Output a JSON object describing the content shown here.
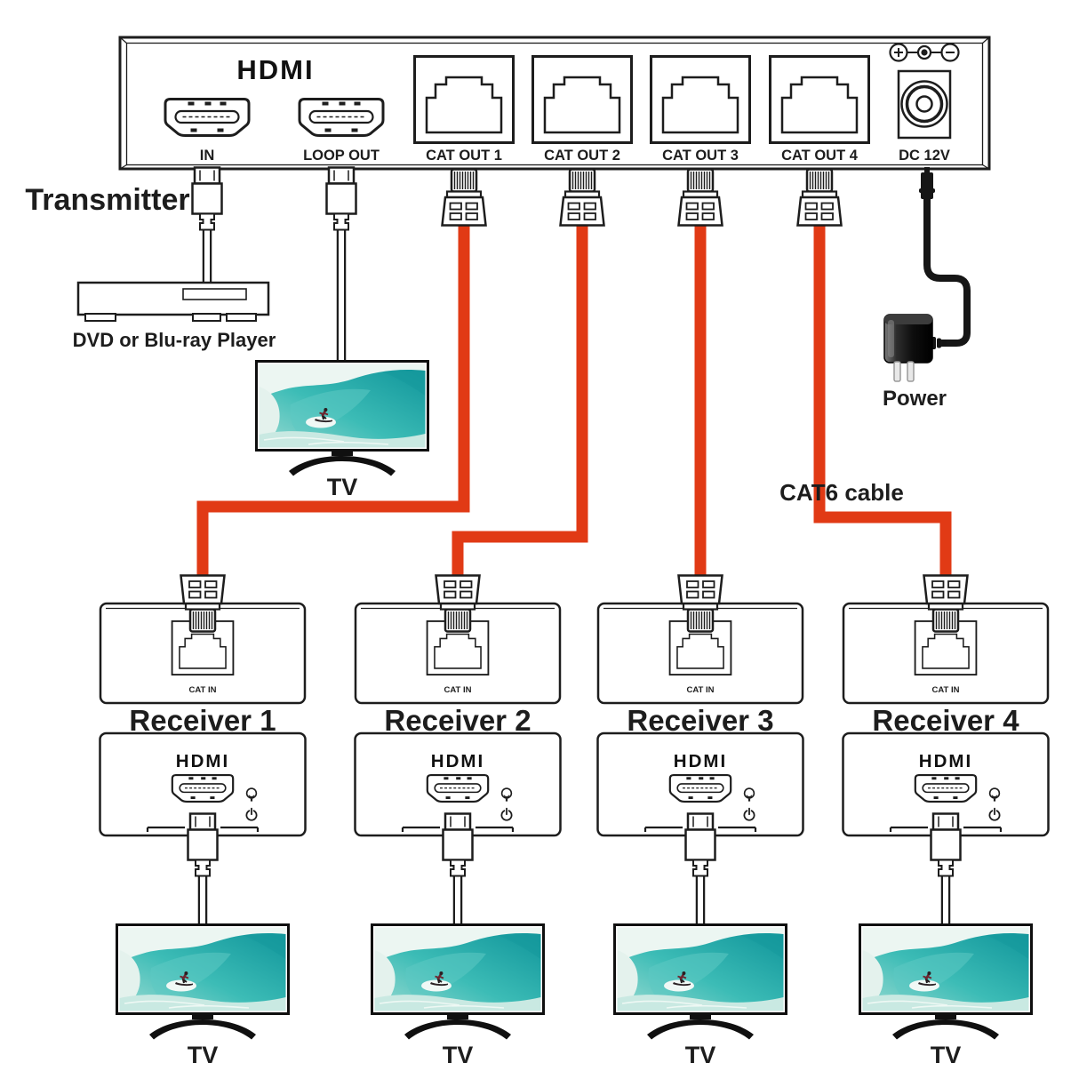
{
  "colors": {
    "cable_red": "#e13a15",
    "outline": "#1d1d1d",
    "wave_teal": "#2fb3b0"
  },
  "transmitter": {
    "label": "Transmitter",
    "logo": "HDMI",
    "ports": [
      {
        "label": "IN"
      },
      {
        "label": "LOOP OUT"
      },
      {
        "label": "CAT OUT 1"
      },
      {
        "label": "CAT OUT 2"
      },
      {
        "label": "CAT OUT 3"
      },
      {
        "label": "CAT OUT 4"
      },
      {
        "label": "DC 12V"
      }
    ]
  },
  "source_device": {
    "label": "DVD or Blu-ray Player"
  },
  "loop_tv": {
    "label": "TV"
  },
  "power": {
    "label": "Power"
  },
  "cable": {
    "label": "CAT6 cable"
  },
  "receivers": [
    {
      "label": "Receiver 1",
      "port_label": "CAT IN",
      "logo": "HDMI",
      "tv_label": "TV"
    },
    {
      "label": "Receiver 2",
      "port_label": "CAT IN",
      "logo": "HDMI",
      "tv_label": "TV"
    },
    {
      "label": "Receiver 3",
      "port_label": "CAT IN",
      "logo": "HDMI",
      "tv_label": "TV"
    },
    {
      "label": "Receiver 4",
      "port_label": "CAT IN",
      "logo": "HDMI",
      "tv_label": "TV"
    }
  ]
}
